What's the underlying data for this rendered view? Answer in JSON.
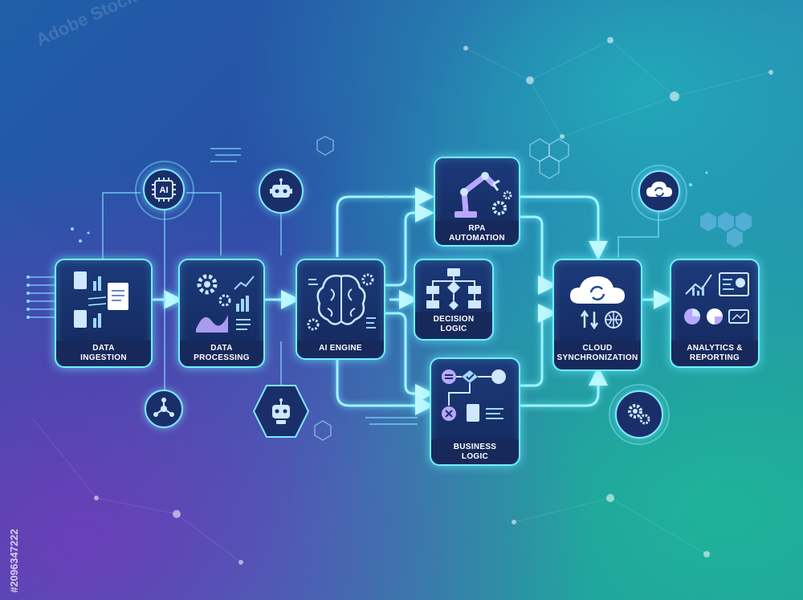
{
  "nodes": {
    "data_ingestion": "DATA\nINGESTION",
    "data_processing": "DATA\nPROCESSING",
    "ai_engine": "AI ENGINE",
    "rpa_automation": "RPA\nAUTOMATION",
    "decision_logic": "DECISION\nLOGIC",
    "business_logic": "BUSINESS\nLOGIC",
    "cloud_synchronization": "CLOUD\nSYNCHRONIZATION",
    "analytics_reporting": "ANALYTICS &\nREPORTING"
  },
  "badges": {
    "ai_chip": "AI"
  },
  "watermark": {
    "text": "Adobe Stock",
    "id": "#2096347222"
  },
  "colors": {
    "glow": "#6ff0ff",
    "node_fill": "#14285c",
    "icon": "#cfe8ff",
    "accent_purple": "#b9a7ff"
  },
  "icons": [
    "document-icon",
    "bar-chart-icon",
    "gear-icon",
    "line-chart-icon",
    "brain-icon",
    "robot-arm-icon",
    "flowchart-icon",
    "cloud-sync-icon",
    "globe-icon",
    "pie-chart-icon",
    "ai-chip-icon",
    "robot-icon",
    "network-icon",
    "cloud-icon"
  ]
}
